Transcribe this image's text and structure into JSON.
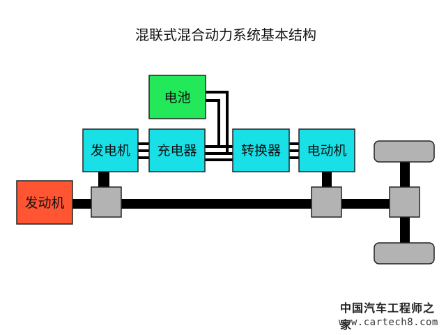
{
  "title": "混联式混合动力系统基本结构",
  "components": {
    "battery": {
      "label": "电池",
      "color": "#22e85a"
    },
    "generator": {
      "label": "发电机",
      "color": "#18e0e6"
    },
    "charger": {
      "label": "充电器",
      "color": "#18e0e6"
    },
    "converter": {
      "label": "转换器",
      "color": "#18e0e6"
    },
    "motor": {
      "label": "电动机",
      "color": "#18e0e6"
    },
    "engine": {
      "label": "发动机",
      "color": "#ff5533"
    }
  },
  "colors": {
    "shaft": "#000000",
    "gear": "#b3b3b3",
    "wheel": "#b3b3b3"
  },
  "watermark": {
    "line1": "中国汽车工程师之家",
    "line2": "www.cartech8.com"
  }
}
